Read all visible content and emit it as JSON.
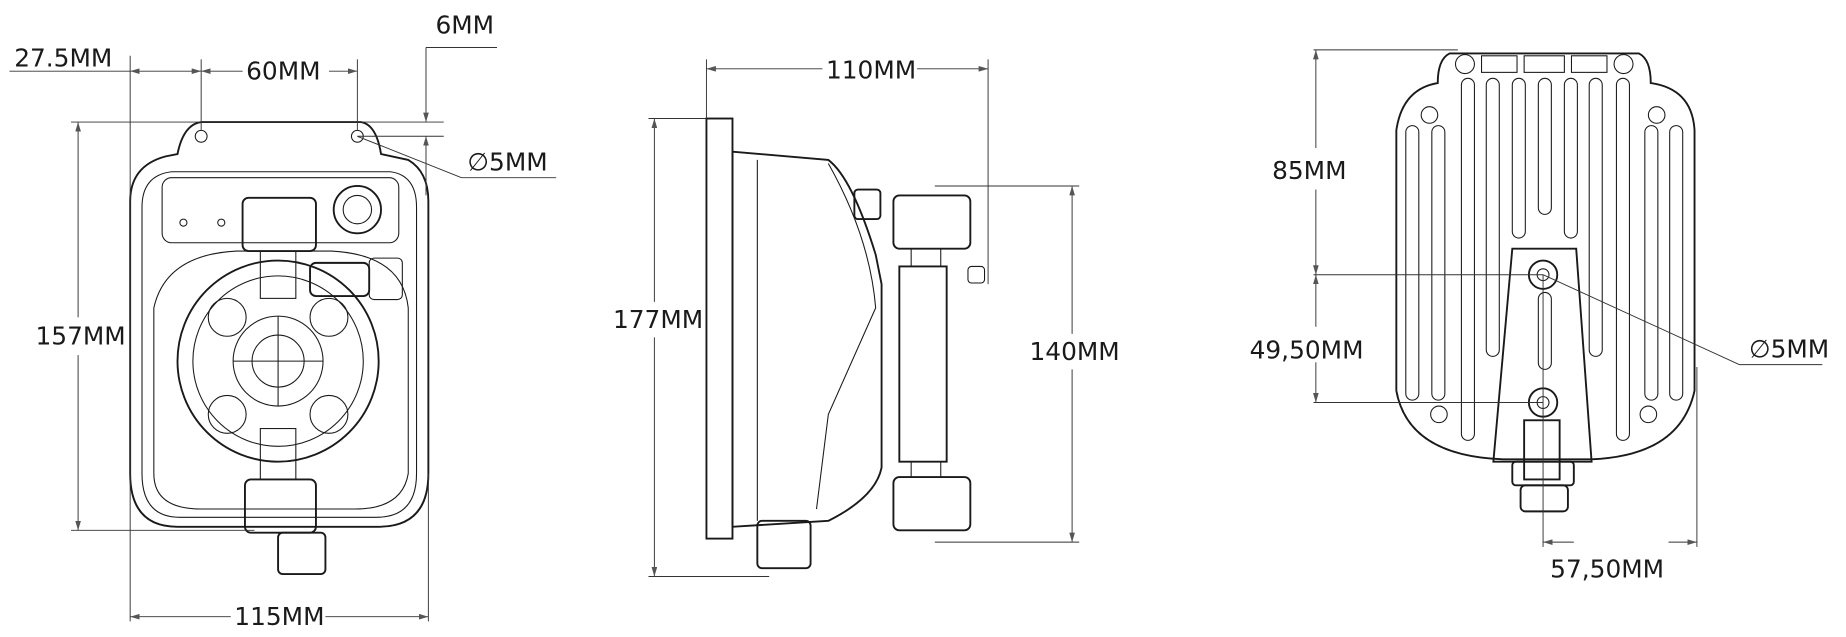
{
  "front_view": {
    "dims": {
      "offset": "27.5MM",
      "hole_spacing": "60MM",
      "tab_offset": "6MM",
      "hole_diameter": "∅5MM",
      "height": "157MM",
      "width": "115MM"
    }
  },
  "side_view": {
    "dims": {
      "depth": "110MM",
      "height": "177MM",
      "port_spacing": "140MM"
    }
  },
  "rear_view": {
    "dims": {
      "top_to_hole": "85MM",
      "hole_spacing": "49,50MM",
      "hole_diameter": "∅5MM",
      "hole_to_edge": "57,50MM"
    }
  },
  "colors": {
    "line": "#1a1a1a",
    "background": "#ffffff"
  }
}
